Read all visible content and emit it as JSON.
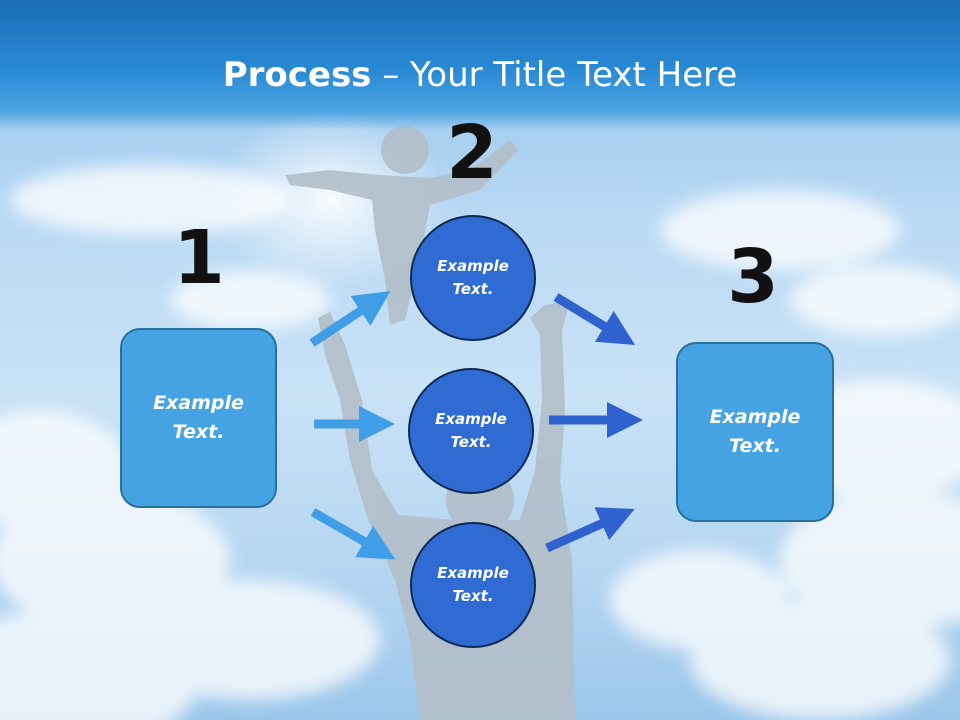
{
  "title": {
    "bold": "Process",
    "rest": " – Your Title Text Here"
  },
  "steps": {
    "one": {
      "number": "1",
      "text_line1": "Example",
      "text_line2": "Text."
    },
    "two": {
      "number": "2"
    },
    "three": {
      "number": "3",
      "text_line1": "Example",
      "text_line2": "Text."
    }
  },
  "circles": [
    {
      "line1": "Example",
      "line2": "Text."
    },
    {
      "line1": "Example",
      "line2": "Text."
    },
    {
      "line1": "Example",
      "line2": "Text."
    }
  ],
  "colors": {
    "header": "#2a8ad4",
    "box_fill": "#45a3e4",
    "circle_fill": "#2f6bd3",
    "arrow_light": "#3f9ee6",
    "arrow_dark": "#2f62cf"
  }
}
